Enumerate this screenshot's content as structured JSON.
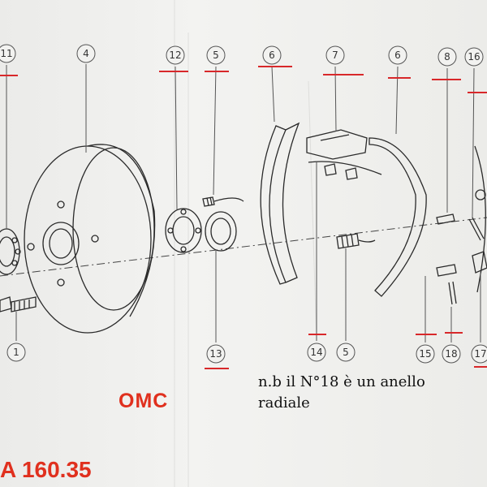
{
  "callouts": [
    {
      "id": "c11",
      "label": "11"
    },
    {
      "id": "c4",
      "label": "4"
    },
    {
      "id": "c12",
      "label": "12"
    },
    {
      "id": "c5a",
      "label": "5"
    },
    {
      "id": "c6a",
      "label": "6"
    },
    {
      "id": "c7",
      "label": "7"
    },
    {
      "id": "c6b",
      "label": "6"
    },
    {
      "id": "c8",
      "label": "8"
    },
    {
      "id": "c16",
      "label": "16"
    },
    {
      "id": "c1",
      "label": "1"
    },
    {
      "id": "c13",
      "label": "13"
    },
    {
      "id": "c14",
      "label": "14"
    },
    {
      "id": "c5b",
      "label": "5"
    },
    {
      "id": "c15",
      "label": "15"
    },
    {
      "id": "c18",
      "label": "18"
    },
    {
      "id": "c17",
      "label": "17"
    }
  ],
  "note": {
    "line1": "n.b il N°18 è un anello",
    "line2": "radiale"
  },
  "brand": "OMC",
  "model": "A 160.35",
  "colors": {
    "accent": "#e0301e",
    "underline": "#d8282a",
    "ink": "#2a2a2a"
  }
}
